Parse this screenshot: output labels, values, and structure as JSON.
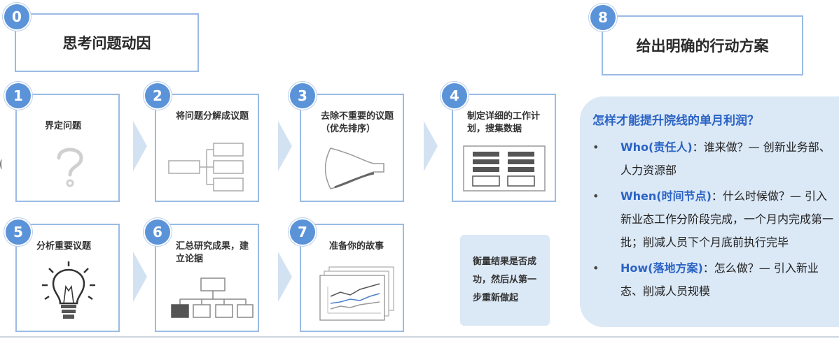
{
  "step0": {
    "number": "0",
    "title": "思考问题动因"
  },
  "step8": {
    "number": "8",
    "title": "给出明确的行动方案"
  },
  "steps": [
    {
      "number": "1",
      "text": "界定问题",
      "illustration": "question-mark"
    },
    {
      "number": "2",
      "text": "将问题分解成议题",
      "illustration": "issue-tree"
    },
    {
      "number": "3",
      "text": "去除不重要的议题（优先排序）",
      "illustration": "funnel"
    },
    {
      "number": "4",
      "text": "制定详细的工作计划，搜集数据",
      "illustration": "work-plan-table"
    },
    {
      "number": "5",
      "text": "分析重要议题",
      "illustration": "light-bulb"
    },
    {
      "number": "6",
      "text": "汇总研究成果，建立论据",
      "illustration": "org-chart"
    },
    {
      "number": "7",
      "text": "准备你的故事",
      "illustration": "line-chart-slides"
    }
  ],
  "measure": {
    "text": "衡量结果是否成功，然后从第一步重新做起"
  },
  "plan": {
    "question": "怎样才能提升院线的单月利润？",
    "items": [
      {
        "bullet": "•",
        "key": "Who(责任人)",
        "value": "：谁来做？— 创新业务部、人力资源部"
      },
      {
        "bullet": "•",
        "key": "When(时间节点)",
        "value": "：什么时候做？— 引入新业态工作分阶段完成，一个月内完成第一批；削减人员下个月底前执行完毕"
      },
      {
        "bullet": "•",
        "key": "How(落地方案)",
        "value": "：怎么做？— 引入新业态、削减人员规模"
      }
    ]
  },
  "colors": {
    "accent": "#5b93d9",
    "border": "#9bbbe4",
    "panel": "#dbe8f6",
    "keyword": "#2a63c4"
  }
}
